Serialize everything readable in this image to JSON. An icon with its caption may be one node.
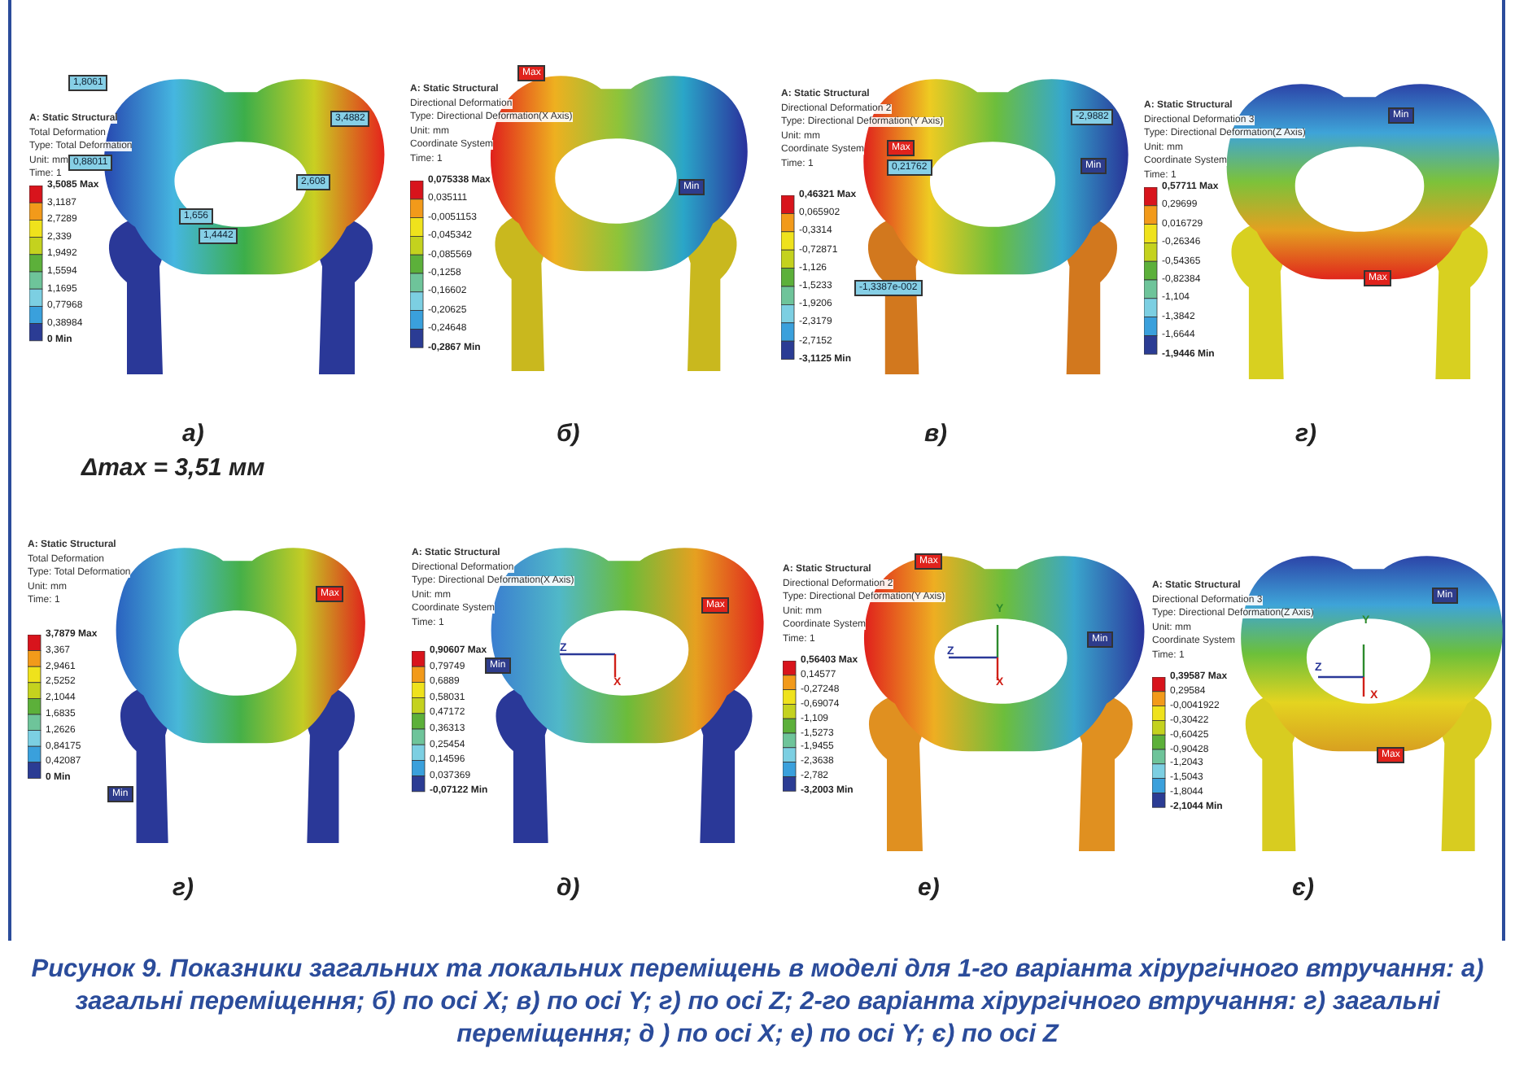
{
  "diagram": {
    "caption": "Рисунок 9. Показники загальних та локальних переміщень в моделі для 1-го варіанта хірургічного втручання: а) загальні переміщення; б) по осі X; в) по осі Y; г) по осі Z; 2-го варіанта хірургічного втручання: г) загальні переміщення; д ) по осі X; е) по осі Y; є) по осі Z",
    "labels": [
      "A: Static Structural",
      "Total Deformation",
      "Type: Total Deformation",
      "Unit: mm",
      "Time: 1",
      "3,5085 Max",
      "3,1187",
      "2,7289",
      "2,339",
      "1,9492",
      "1,5594",
      "1,1695",
      "0,77968",
      "0,38984",
      "0 Min",
      "1,8061",
      "0,88011",
      "3,4882",
      "2,608",
      "1,656",
      "1,4442",
      "а)",
      "Δmax = 3,51 мм",
      "A: Static Structural",
      "Directional Deformation",
      "Type: Directional Deformation(X Axis)",
      "Unit: mm",
      "Coordinate System",
      "Time: 1",
      "0,075338 Max",
      "0,035111",
      "-0,0051153",
      "-0,045342",
      "-0,085569",
      "-0,1258",
      "-0,16602",
      "-0,20625",
      "-0,24648",
      "-0,2867 Min",
      "Max",
      "Min",
      "б)",
      "A: Static Structural",
      "Directional Deformation 2",
      "Type: Directional Deformation(Y Axis)",
      "Unit: mm",
      "Coordinate System",
      "Time: 1",
      "0,46321 Max",
      "0,065902",
      "-0,3314",
      "-0,72871",
      "-1,126",
      "-1,5233",
      "-1,9206",
      "-2,3179",
      "-2,7152",
      "-3,1125 Min",
      "Max",
      "0,21762",
      "-2,9882",
      "Min",
      "-1,3387e-002",
      "в)",
      "A: Static Structural",
      "Directional Deformation 3",
      "Type: Directional Deformation(Z Axis)",
      "Unit: mm",
      "Coordinate System",
      "Time: 1",
      "0,57711 Max",
      "0,29699",
      "0,016729",
      "-0,26346",
      "-0,54365",
      "-0,82384",
      "-1,104",
      "-1,3842",
      "-1,6644",
      "-1,9446 Min",
      "Min",
      "Max",
      "г)",
      "A: Static Structural",
      "Total Deformation",
      "Type: Total Deformation",
      "Unit: mm",
      "Time: 1",
      "3,7879 Max",
      "3,367",
      "2,9461",
      "2,5252",
      "2,1044",
      "1,6835",
      "1,2626",
      "0,84175",
      "0,42087",
      "0 Min",
      "Max",
      "Min",
      "г)",
      "A: Static Structural",
      "Directional Deformation",
      "Type: Directional Deformation(X Axis)",
      "Unit: mm",
      "Coordinate System",
      "Time: 1",
      "0,90607 Max",
      "0,79749",
      "0,6889",
      "0,58031",
      "0,47172",
      "0,36313",
      "0,25454",
      "0,14596",
      "0,037369",
      "-0,07122 Min",
      "Max",
      "Min",
      "Z",
      "X",
      "д)",
      "A: Static Structural",
      "Directional Deformation 2",
      "Type: Directional Deformation(Y Axis)",
      "Unit: mm",
      "Coordinate System",
      "Time: 1",
      "0,56403 Max",
      "0,14577",
      "-0,27248",
      "-0,69074",
      "-1,109",
      "-1,5273",
      "-1,9455",
      "-2,3638",
      "-2,782",
      "-3,2003 Min",
      "Max",
      "Min",
      "Y",
      "Z",
      "X",
      "е)",
      "A: Static Structural",
      "Directional Deformation 3",
      "Type: Directional Deformation(Z Axis)",
      "Unit: mm",
      "Coordinate System",
      "Time: 1",
      "0,39587 Max",
      "0,29584",
      "-0,0041922",
      "-0,30422",
      "-0,60425",
      "-0,90428",
      "-1,2043",
      "-1,5043",
      "-1,8044",
      "-2,1044 Min",
      "Min",
      "Max",
      "Y",
      "Z",
      "X",
      "є)"
    ]
  }
}
